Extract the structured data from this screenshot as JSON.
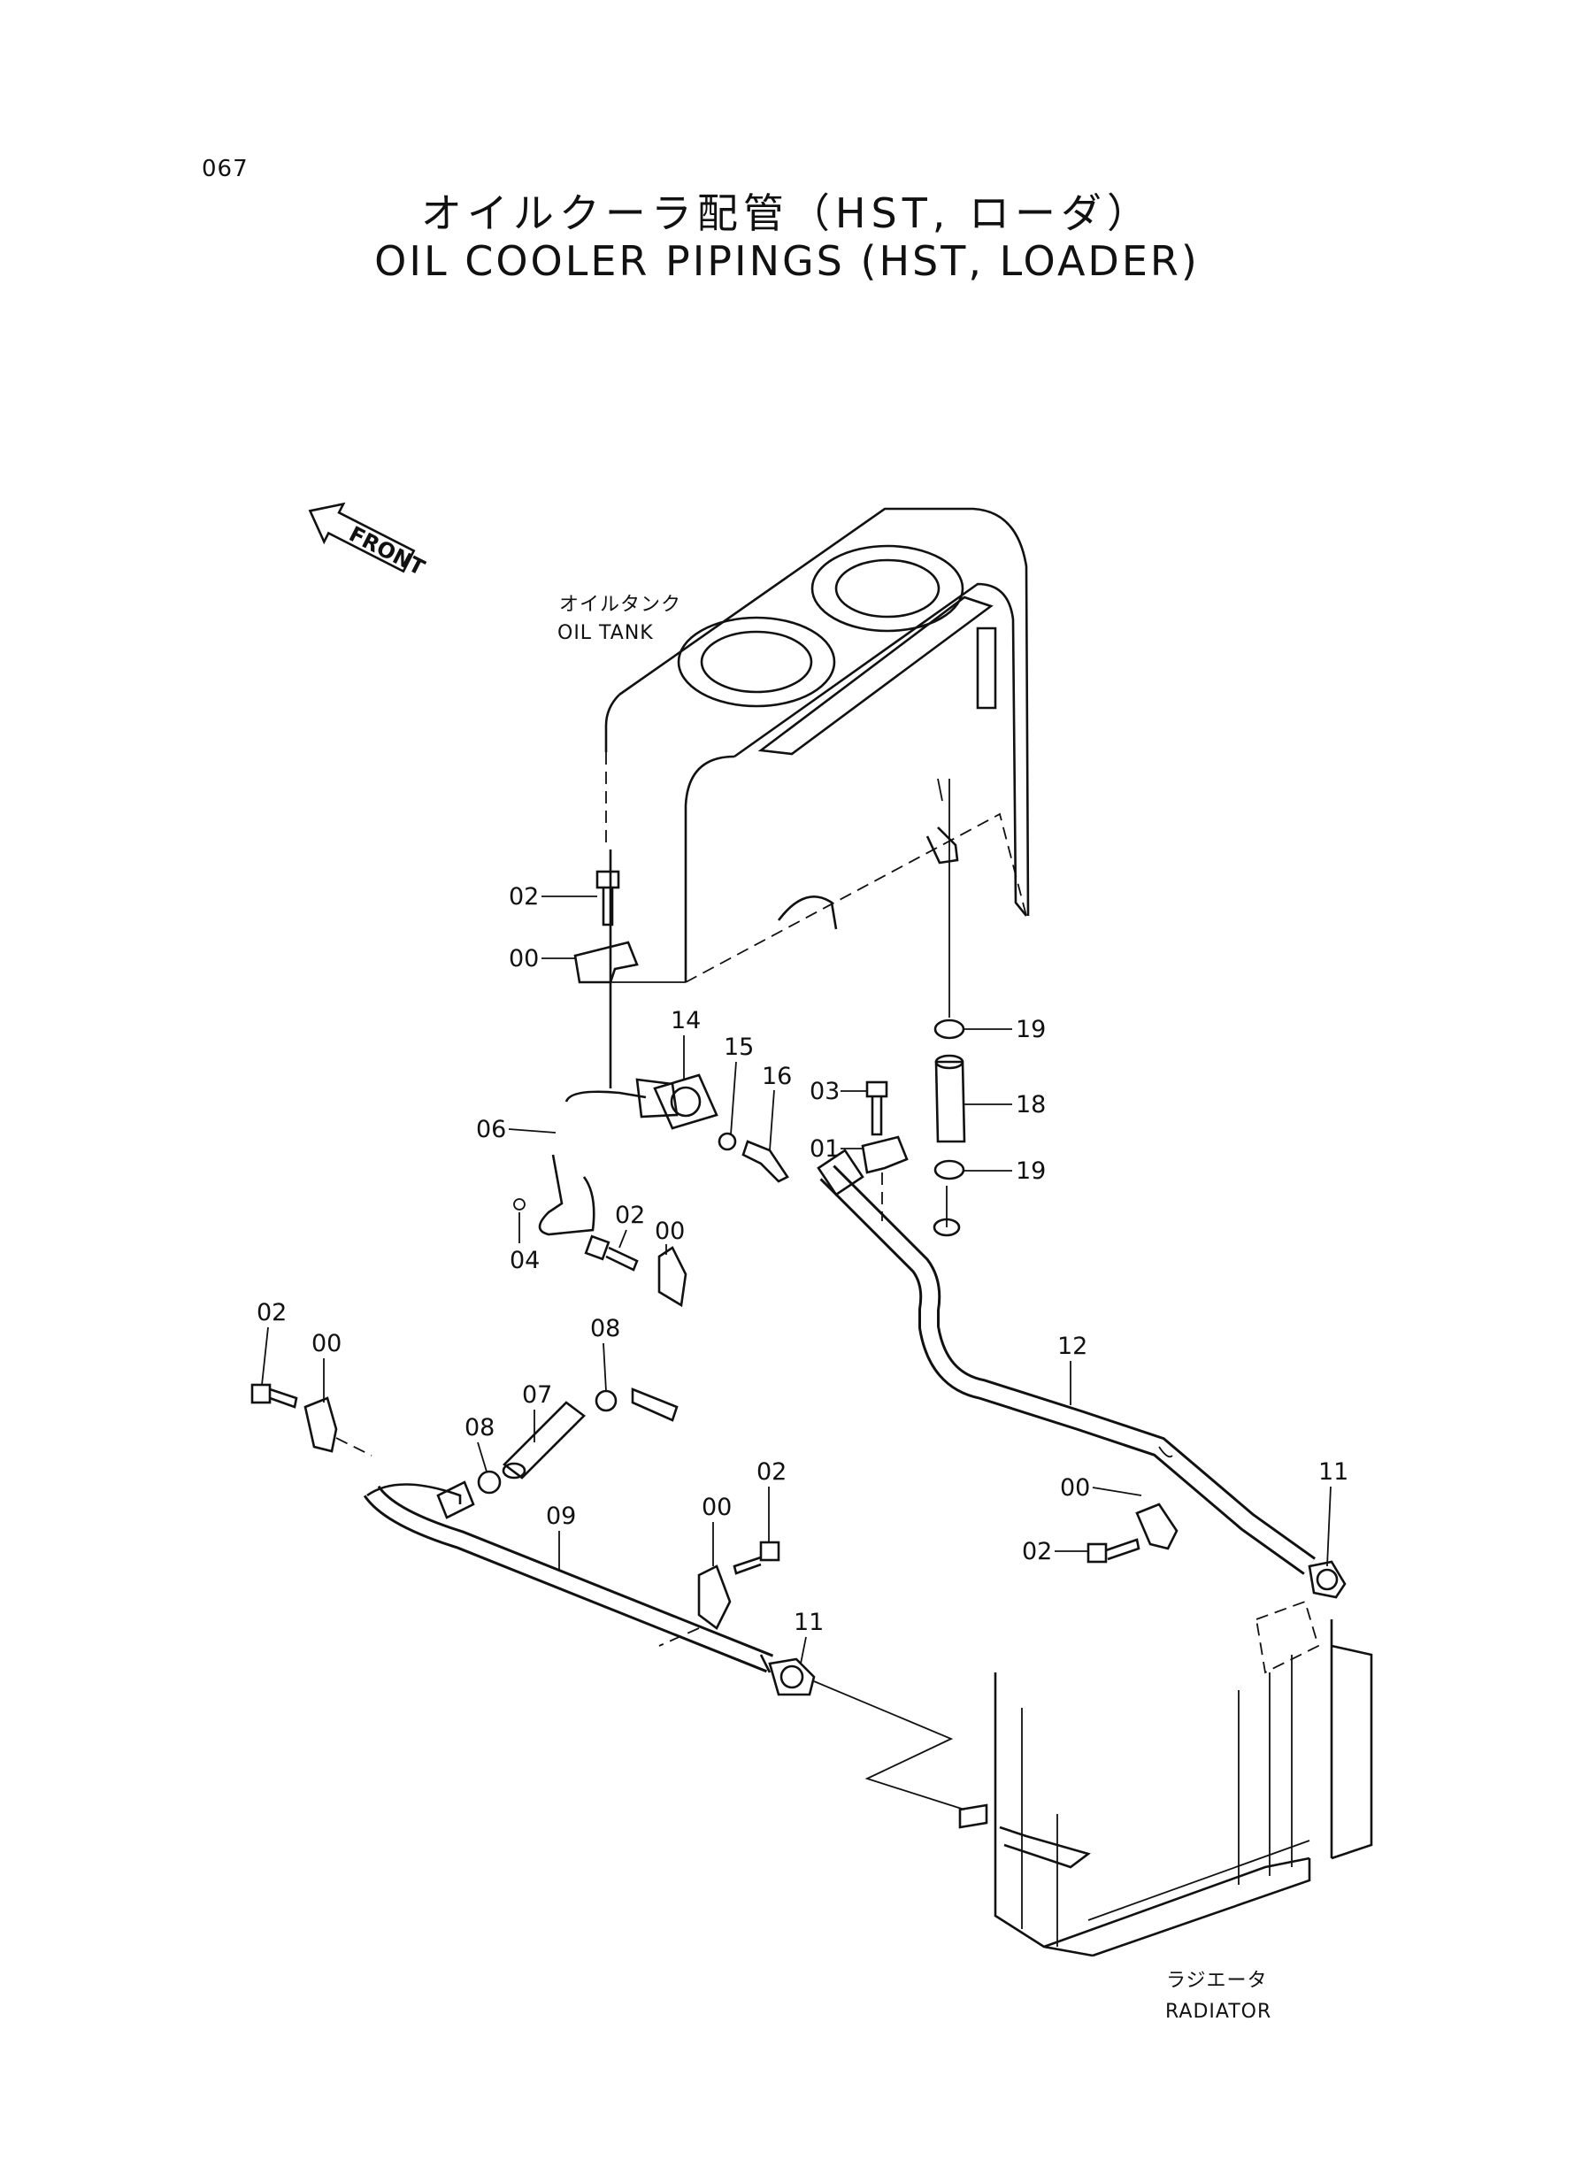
{
  "page_number": "067",
  "title_jp": "オイルクーラ配管（HST, ローダ）",
  "title_en": "OIL COOLER PIPINGS (HST, LOADER)",
  "front_label": "FRONT",
  "components": {
    "oil_tank_jp": "オイルタンク",
    "oil_tank_en": "OIL TANK",
    "radiator_jp": "ラジエータ",
    "radiator_en": "RADIATOR"
  },
  "part_labels": {
    "p02_tank": "02",
    "p00_tank": "00",
    "p14": "14",
    "p15": "15",
    "p16": "16",
    "p03": "03",
    "p01": "01",
    "p19_top": "19",
    "p18": "18",
    "p19_bot": "19",
    "p06": "06",
    "p04": "04",
    "p02_mid": "02",
    "p00_mid": "00",
    "p12": "12",
    "p02_left": "02",
    "p00_left": "00",
    "p08_a": "08",
    "p07": "07",
    "p08_b": "08",
    "p09": "09",
    "p00_low": "00",
    "p02_low": "02",
    "p11_low": "11",
    "p00_right": "00",
    "p02_right": "02",
    "p11_right": "11"
  }
}
